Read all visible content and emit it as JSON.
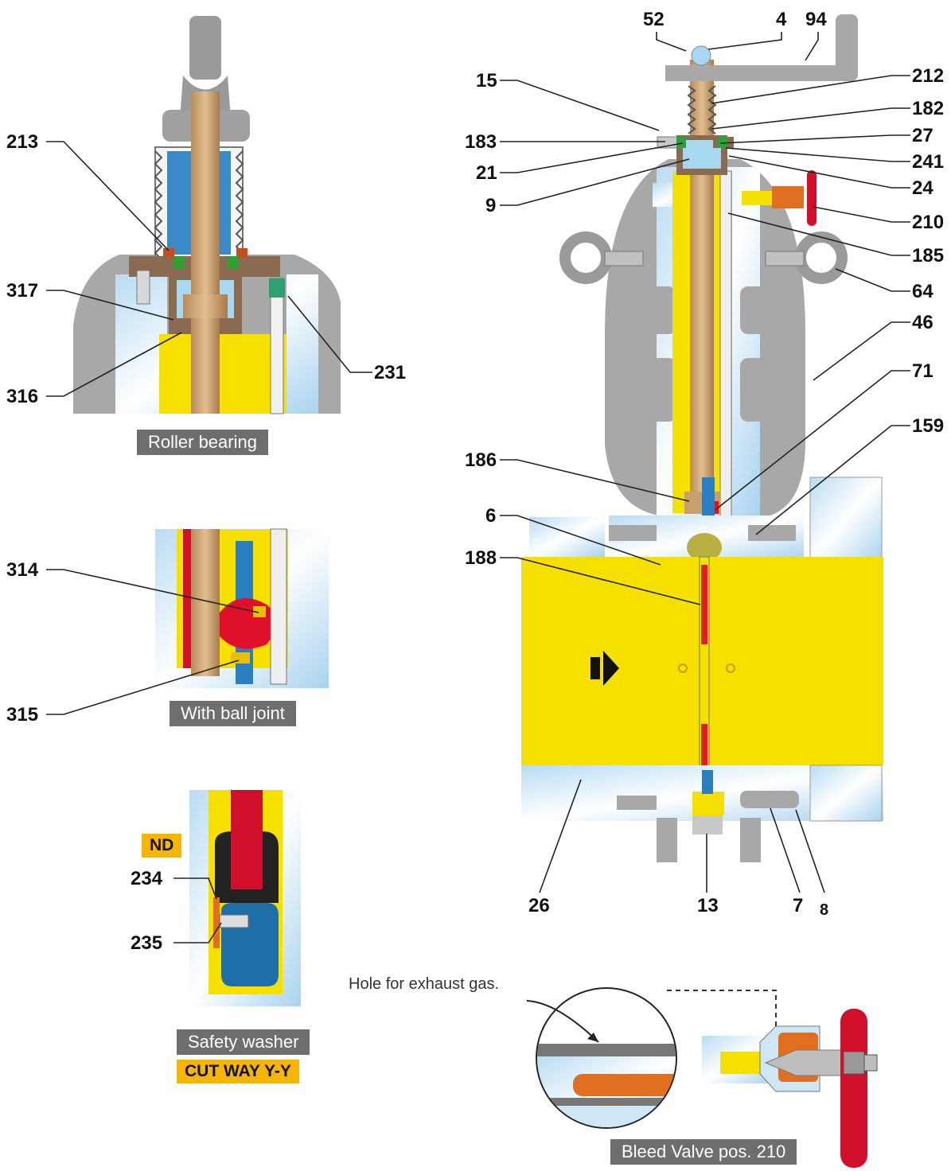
{
  "captions": {
    "roller_bearing": "Roller bearing",
    "ball_joint": "With ball joint",
    "safety_washer": "Safety washer",
    "bleed_valve": "Bleed Valve pos. 210"
  },
  "tags": {
    "nd": "ND",
    "cut_way": "CUT WAY Y-Y"
  },
  "notes": {
    "exhaust_hole": "Hole for exhaust gas."
  },
  "callouts": {
    "roller": [
      "213",
      "317",
      "316",
      "231"
    ],
    "ball": [
      "314",
      "315"
    ],
    "washer": [
      "234",
      "235"
    ],
    "main_top": [
      "52",
      "4",
      "94"
    ],
    "main_left": [
      "15",
      "183",
      "21",
      "9",
      "186",
      "6",
      "188"
    ],
    "main_right": [
      "212",
      "182",
      "27",
      "241",
      "24",
      "210",
      "185",
      "64",
      "46",
      "71",
      "159"
    ],
    "main_bottom": [
      "26",
      "13",
      "7",
      "8"
    ]
  },
  "colors": {
    "body_blue": "#cfe6f5",
    "body_gray": "#a8a8a8",
    "yellow": "#f5e000",
    "stem_tan": "#c8a070",
    "red": "#e0102a",
    "blue": "#2a7fc0",
    "orange": "#f07020",
    "caption_bg": "#6e6e6e",
    "tag_bg": "#f7b500"
  }
}
